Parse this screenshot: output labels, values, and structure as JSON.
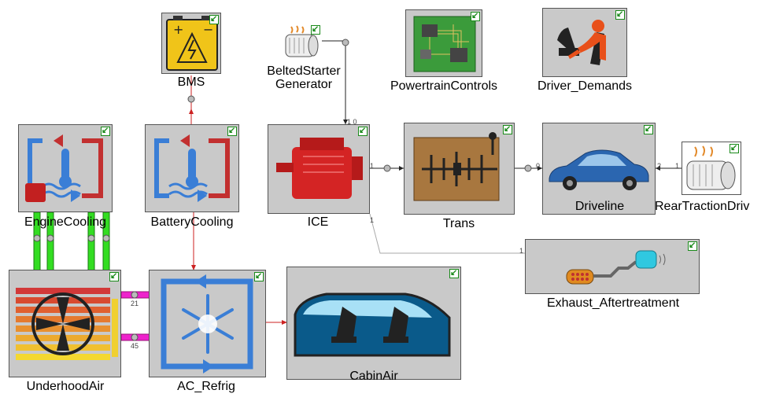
{
  "blocks": {
    "bms": "BMS",
    "belted_starter_generator": [
      "BeltedStarter",
      "Generator"
    ],
    "powertrain_controls": "PowertrainControls",
    "driver_demands": "Driver_Demands",
    "engine_cooling": "EngineCooling",
    "battery_cooling": "BatteryCooling",
    "ice": "ICE",
    "trans": "Trans",
    "driveline": "Driveline",
    "rear_traction_drive": "RearTractionDriv",
    "exhaust_aftertreatment": "Exhaust_Aftertreatment",
    "underhood_air": "UnderhoodAir",
    "ac_refrig": "AC_Refrig",
    "cabin_air": "CabinAir"
  },
  "ports": {
    "bsg_ice": "1 0",
    "ice_trans": "1",
    "trans_driveline": "0",
    "rtd_driveline_a": "2",
    "rtd_driveline_b": "1",
    "ice_exhaust_a": "1",
    "ice_exhaust_b": "1",
    "underhood_ac_top": "21",
    "underhood_ac_bottom": "45"
  },
  "icons": [
    "battery-icon",
    "motor-icon",
    "circuit-board-icon",
    "driver-seat-icon",
    "cooling-loop-icon",
    "engine-icon",
    "gearbox-icon",
    "car-icon",
    "catalyst-icon",
    "radiator-fan-icon",
    "snowflake-icon",
    "car-interior-icon",
    "shortcut-arrow-icon"
  ],
  "colors": {
    "block_bg": "#c9c9c9",
    "thermal_link": "#33dd22",
    "refrig_link": "#ee22cc",
    "signal_link": "#cc2222",
    "mech_link": "#222222"
  }
}
